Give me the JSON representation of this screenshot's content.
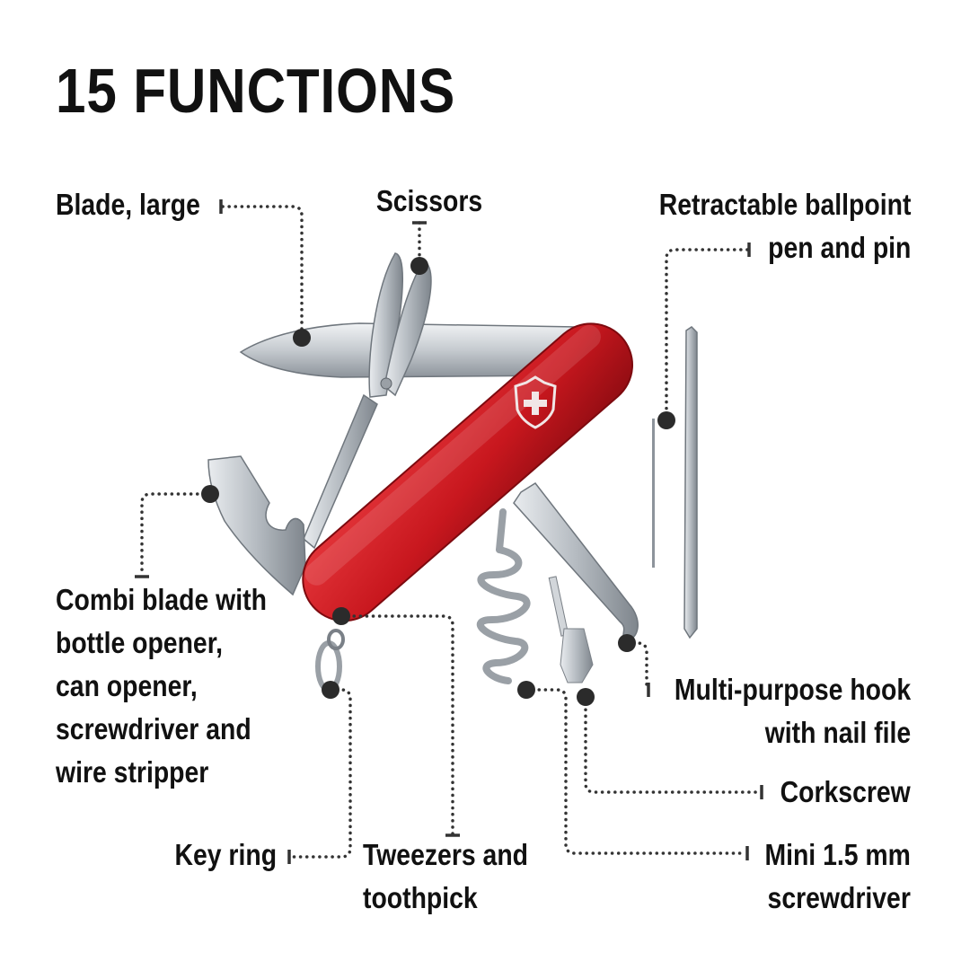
{
  "title": "15 FUNCTIONS",
  "labels": {
    "blade_large": "Blade, large",
    "scissors": "Scissors",
    "pen": [
      "Retractable ballpoint",
      "pen and pin"
    ],
    "combi": [
      "Combi blade with",
      "bottle opener,",
      "can opener,",
      "screwdriver and",
      "wire stripper"
    ],
    "hook": [
      "Multi-purpose hook",
      "with nail file"
    ],
    "corkscrew": "Corkscrew",
    "key_ring": "Key ring",
    "tweezers": [
      "Tweezers and",
      "toothpick"
    ],
    "mini_screwdriver": [
      "Mini 1.5 mm",
      "screwdriver"
    ]
  },
  "colors": {
    "handle_red": "#c8171e",
    "steel": "#c9cdd1",
    "leader": "#333333"
  },
  "icons": {
    "emblem": "swiss-cross-shield-icon"
  }
}
